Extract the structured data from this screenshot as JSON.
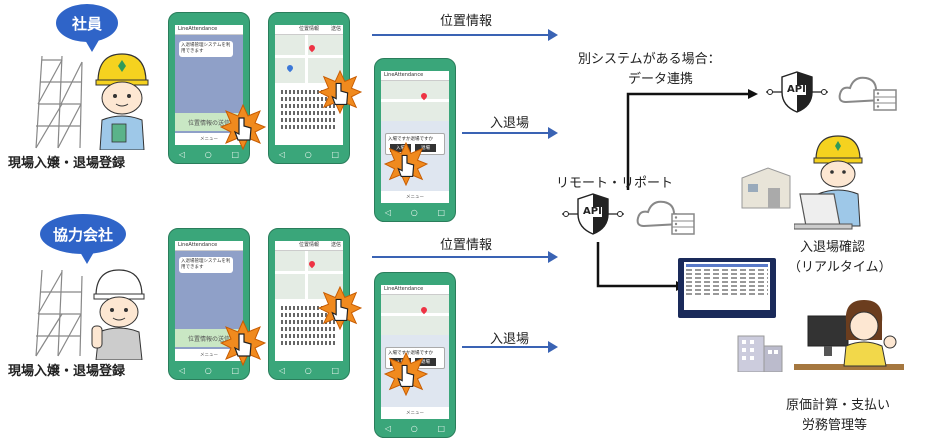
{
  "actors": {
    "employee": {
      "bubble": "社員",
      "caption": "現場入嬢・退場登録"
    },
    "partner": {
      "bubble": "協力会社",
      "caption": "現場入嬢・退場登録"
    }
  },
  "phone": {
    "app_title": "LineAttendance",
    "message": "入退場管理システムを利用できます",
    "send_location": "位置情報の送信",
    "menu": "メニュー",
    "map_title": "位置情報",
    "map_send": "送信",
    "confirm_question": "入場ですか退場ですか",
    "enter_btn": "入場",
    "exit_btn": "退場"
  },
  "flows": {
    "location_1": "位置情報",
    "entry_1": "入退場",
    "location_2": "位置情報",
    "entry_2": "入退場"
  },
  "system": {
    "other_system_line1": "別システムがある場合：",
    "other_system_line2": "データ連携",
    "remote_report": "リモート・リポート",
    "api": "API"
  },
  "outputs": {
    "confirm_line1": "入退場確認",
    "confirm_line2": "（リアルタイム）",
    "cost_line1": "原価計算・支払い",
    "cost_line2": "労務管理等"
  },
  "colors": {
    "accent": "#2f64c8",
    "phone": "#3aa67a",
    "arrow": "#3a63b4"
  }
}
